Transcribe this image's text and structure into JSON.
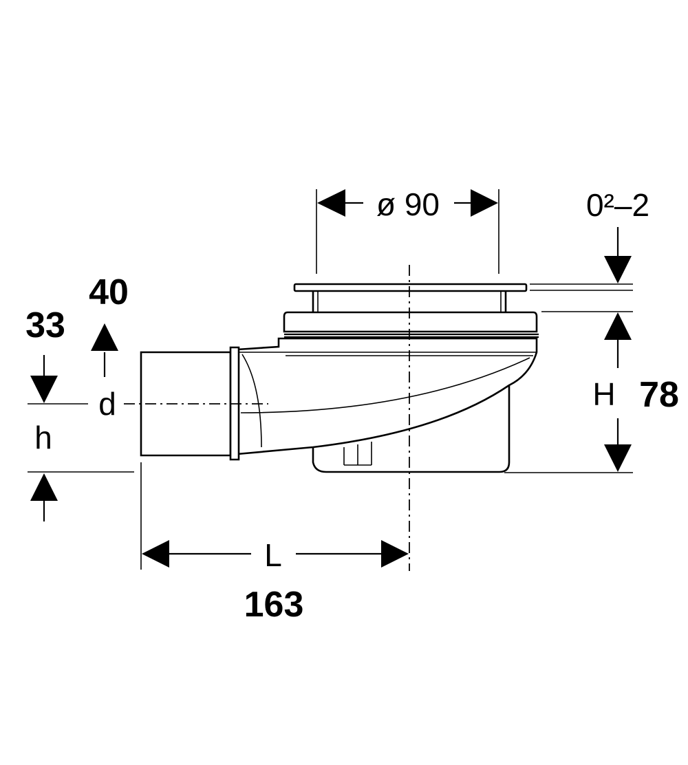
{
  "diagram": {
    "diameter_label": "ø 90",
    "top_offset_label": "0²–2",
    "height_symbol": "H",
    "height_value": "78",
    "length_symbol": "L",
    "length_value": "163",
    "pipe_symbol": "d",
    "pipe_value_d": "40",
    "base_symbol": "h",
    "base_value_h": "33"
  }
}
